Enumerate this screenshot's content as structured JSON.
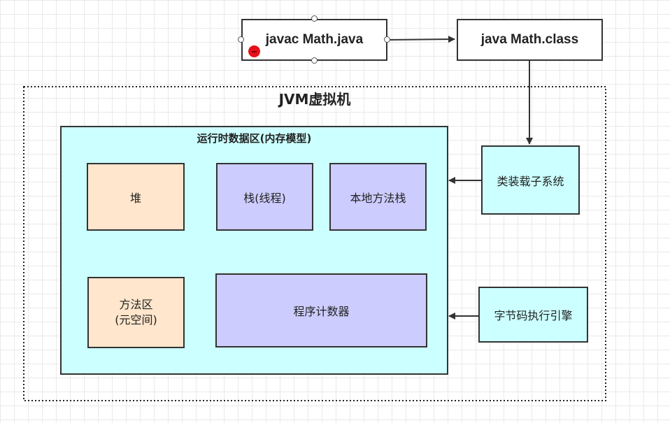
{
  "diagram": {
    "compile_step": "javac Math.java",
    "run_step": "java Math.class",
    "jvm_title": "JVM虚拟机",
    "runtime_area_title": "运行时数据区(内存模型)",
    "heap": "堆",
    "stack": "栈(线程)",
    "native_stack": "本地方法栈",
    "method_area": "方法区\n(元空间)",
    "program_counter": "程序计数器",
    "class_loader": "类装载子系统",
    "execution_engine": "字节码执行引擎"
  },
  "colors": {
    "heap_fill": "#ffe6cc",
    "stack_fill": "#ccccff",
    "side_fill": "#ccffff",
    "selection_handle": "#e8101b"
  }
}
